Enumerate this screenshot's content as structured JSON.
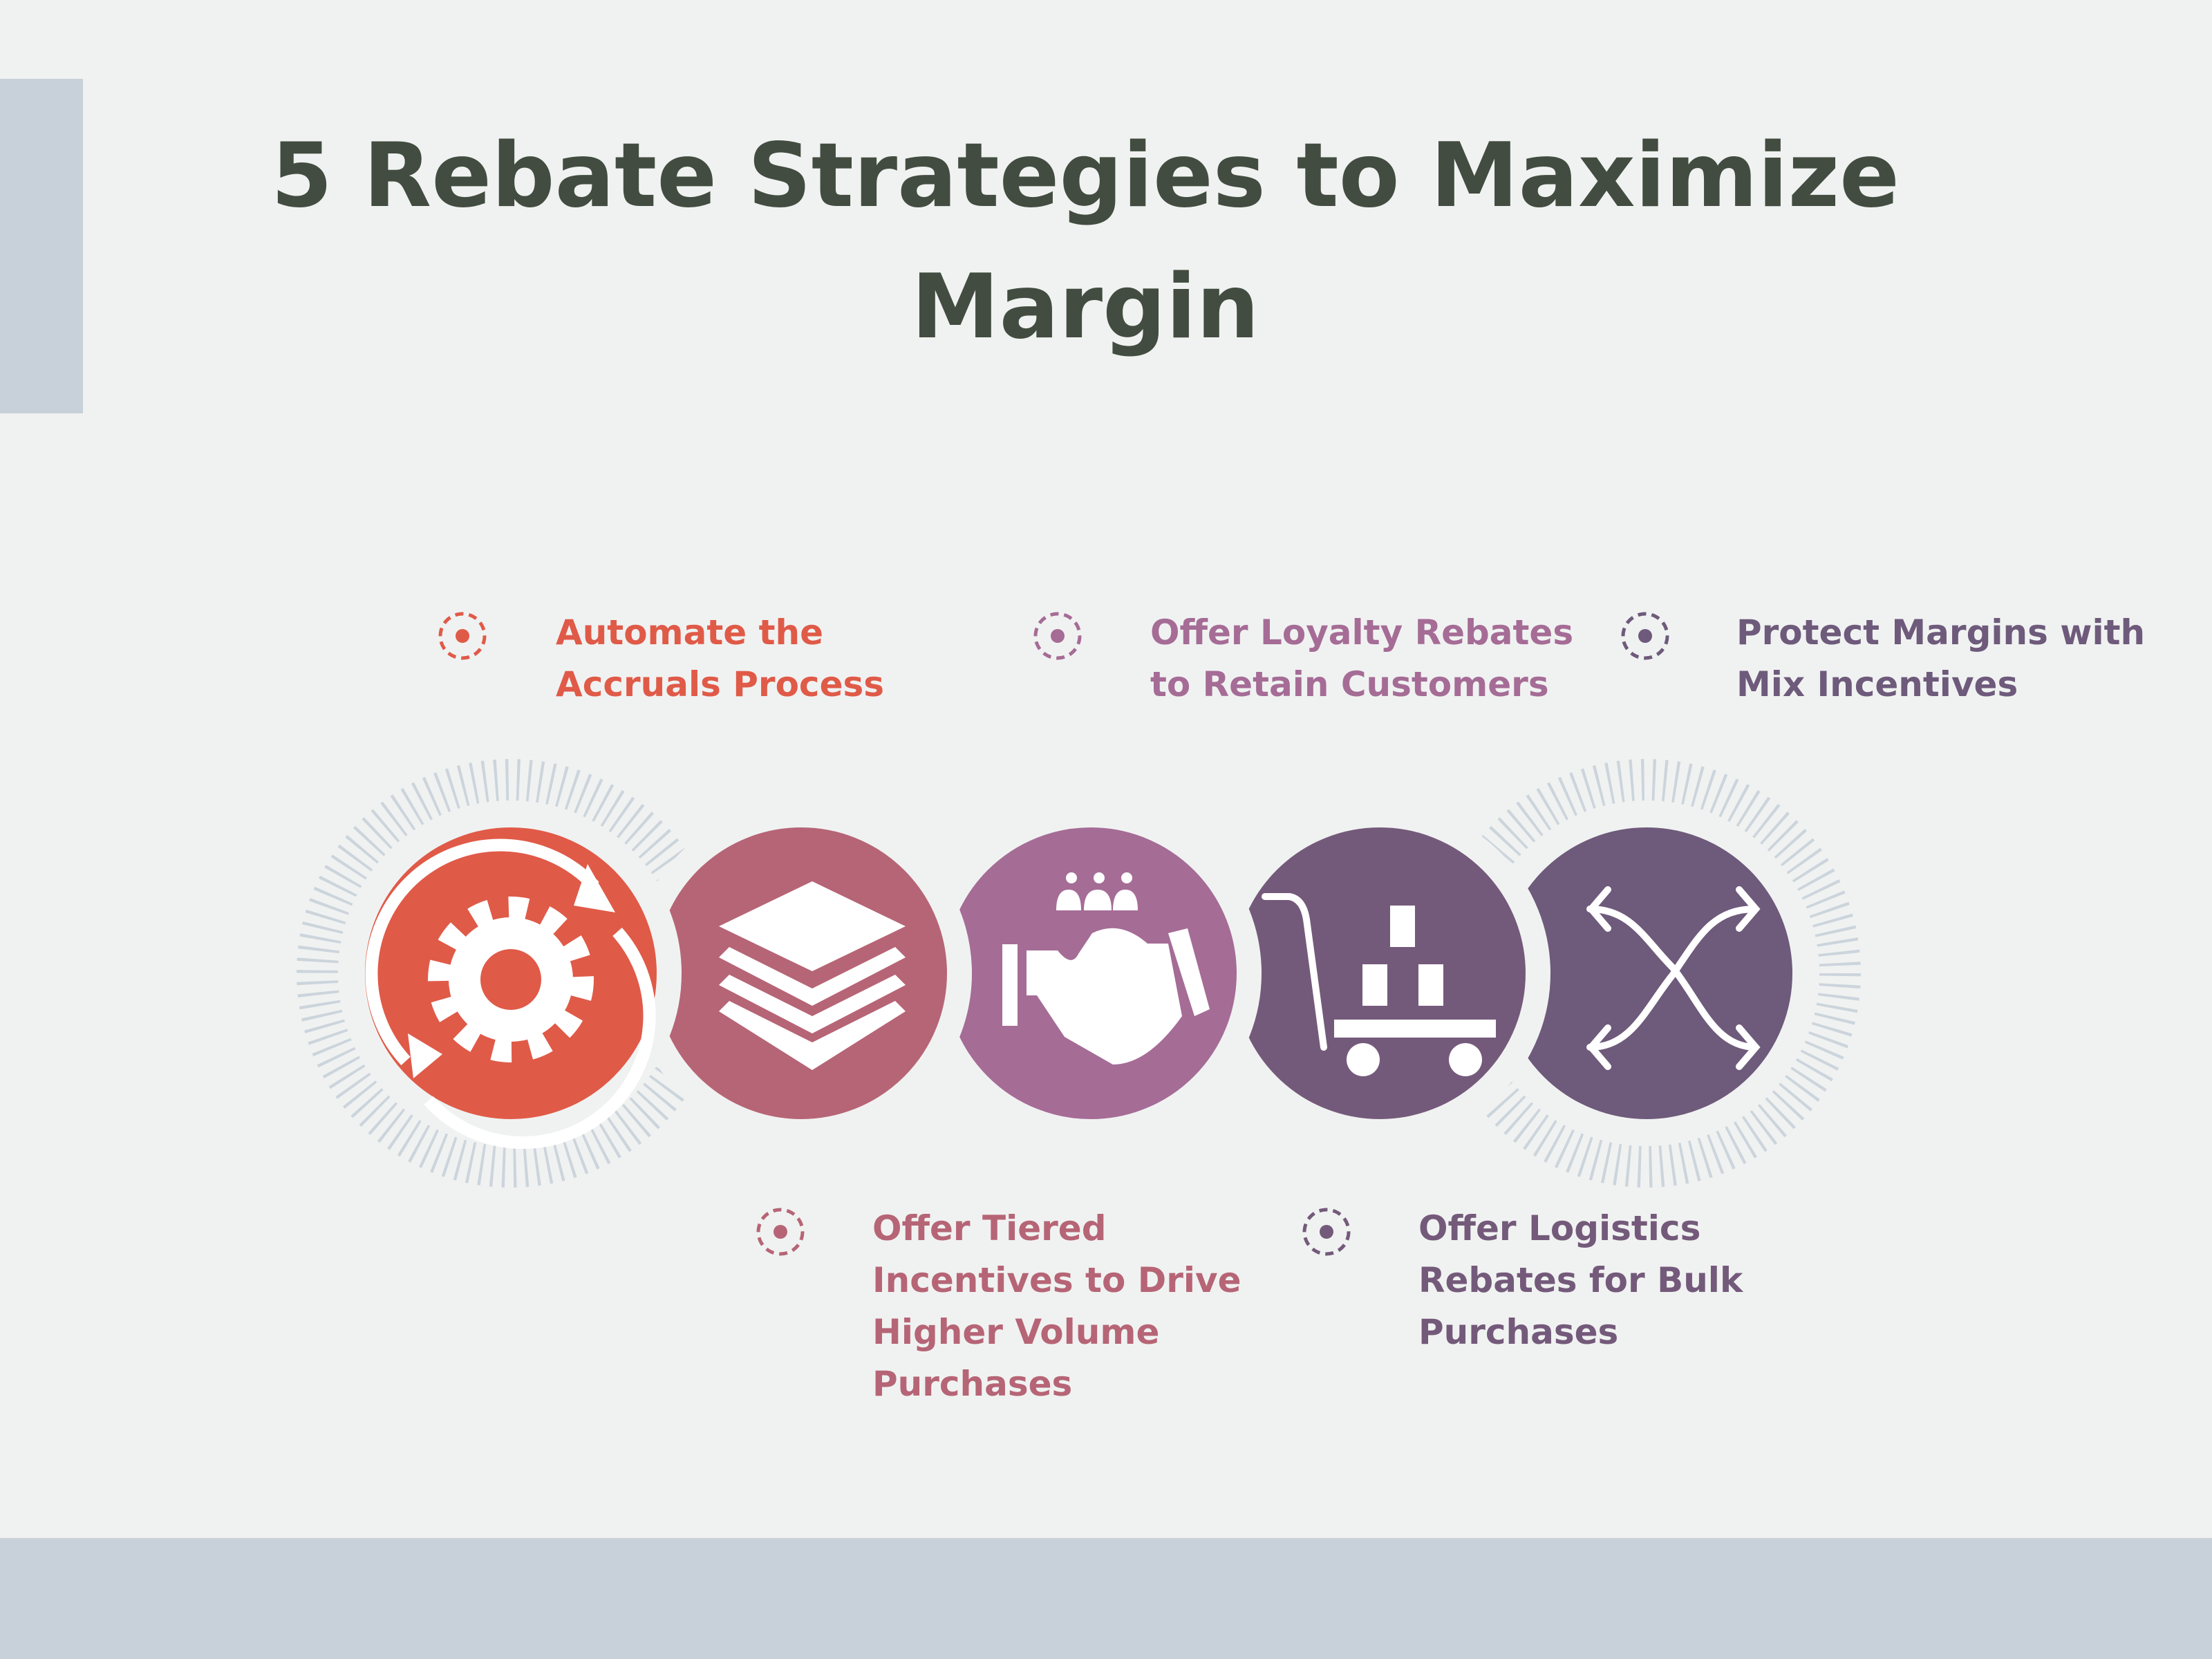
{
  "title": "5 Rebate Strategies to Maximize Margin",
  "colors": {
    "background": "#F0F2F1",
    "accent_bar": "#C8D0D9",
    "title": "#424C40",
    "step1": "#E05A48",
    "step2": "#B66576",
    "step3": "#A56C96",
    "step4": "#745A7A",
    "step5": "#6E5A7B"
  },
  "steps": [
    {
      "label": "Automate the Accruals Process",
      "icon": "gear-refresh-icon",
      "color": "#E05A48"
    },
    {
      "label": "Offer Tiered Incentives to Drive Higher Volume Purchases",
      "icon": "layers-icon",
      "color": "#B66576"
    },
    {
      "label": "Offer Loyalty Rebates to Retain Customers",
      "icon": "handshake-icon",
      "color": "#A56C96"
    },
    {
      "label": "Offer Logistics Rebates for Bulk Purchases",
      "icon": "cart-boxes-icon",
      "color": "#745A7A"
    },
    {
      "label": "Protect Margins with Mix Incentives",
      "icon": "crossing-arrows-icon",
      "color": "#6E5A7B"
    }
  ]
}
